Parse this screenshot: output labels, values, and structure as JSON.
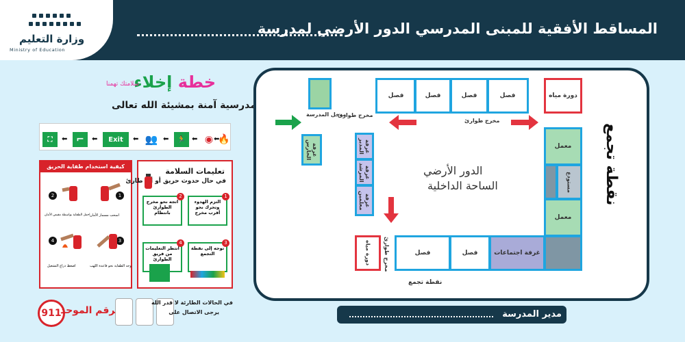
{
  "header": {
    "title": "المساقط الأفقية للمبنى المدرسي الدور الأرضي لمدرسة",
    "logo_ar": "وزارة التعليم",
    "logo_en": "Ministry of Education"
  },
  "poster": {
    "title_big_1": "خطة",
    "title_big_2": "إخلاء",
    "title_small": "سلامتك تهمنا",
    "subtitle": "نحو بيئة مدرسية آمنة بمشيئة الله تعالى",
    "exit_sign": "Exit",
    "left_card_title": "كيفية استخدام طفاية الحريق",
    "steps": [
      "اسحب مسمار الأمان",
      "احمل الطفاية بواسطة مقبض الأمان",
      "وجه الطفاية نحو قاعدة اللهب",
      "اضغط ذراع التشغيل"
    ],
    "right_card_title": "تعليمات السلامة",
    "right_card_sub": "في حال حدوث حريق أو أي طارئ",
    "instructions": [
      "التزم الهدوء وتحرك نحو أقرب مخرج",
      "اتجه نحو مخرج الطوارئ بانتظام",
      "توجه إلى نقطة التجمع",
      "انتظر التعليمات من فريق الطوارئ"
    ],
    "emergency_text_1": "في الحالات الطارئة لا قدر الله",
    "emergency_text_2": "يرجى الاتصال على",
    "unified_number_label": "الرقم الموحد",
    "emergency_number": "911"
  },
  "floor_plan": {
    "ground_floor": "الدور الأرضي",
    "courtyard": "الساحة الداخلية",
    "gathering_point": "نقطة تجمع",
    "emergency_exit": "مخرج طوارئ",
    "school_entrance": "مدخل المدرسة",
    "rooms": {
      "guard_room": "غرفة الحارس",
      "principal_room": "غرفة المدير",
      "counselor_room": "غرفة المرشد",
      "teachers_room": "غرفة معلمين",
      "classroom": "فصل",
      "restroom": "دورة مياه",
      "lab": "معمل",
      "warehouse": "مستودع",
      "meeting_room": "غرفة اجتماعات"
    }
  },
  "footer": {
    "label": "مدير المدرسة"
  },
  "colors": {
    "navy": "#16384a",
    "background": "#d9f1fb",
    "room_border": "#1fa5e0",
    "arrow_red": "#e3343f",
    "arrow_green": "#1aa24b"
  }
}
